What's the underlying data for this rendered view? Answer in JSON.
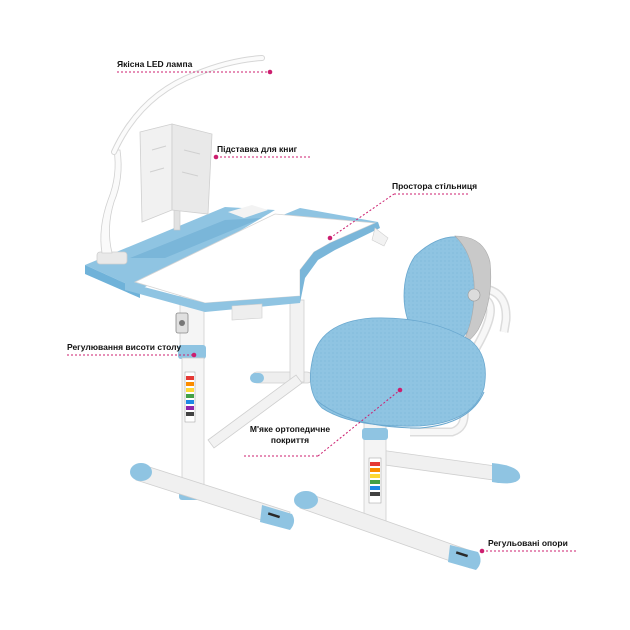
{
  "colors": {
    "accent": "#cc1f6f",
    "blue": "#8fc4e2",
    "blue_dark": "#5fa8d3",
    "white_part": "#f4f4f4",
    "grey": "#c9c9c9"
  },
  "callouts": {
    "led_lamp": "Якісна LED лампа",
    "book_stand": "Підставка для книг",
    "desktop": "Простора стільниця",
    "height_adjust": "Регулювання висоти столу",
    "seat_line1": "М'яке ортопедичне",
    "seat_line2": "покриття",
    "feet": "Регульовані опори"
  }
}
